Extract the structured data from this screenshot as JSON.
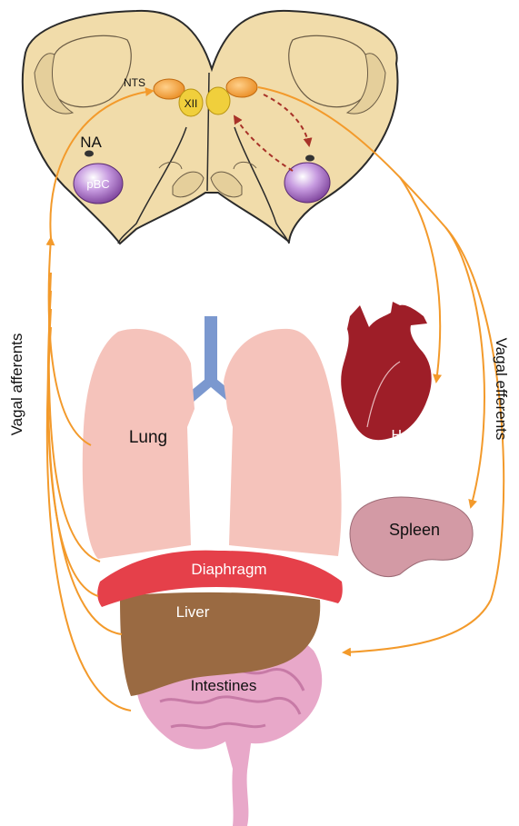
{
  "brainstem": {
    "nts_label": "NTS",
    "xii_label": "XII",
    "na_label": "NA",
    "pbc_label": "pBC"
  },
  "organs": {
    "lung": "Lung",
    "heart": "Heart",
    "spleen": "Spleen",
    "diaphragm": "Diaphragm",
    "liver": "Liver",
    "intestines": "Intestines"
  },
  "pathways": {
    "afferent_label": "Vagal afferents",
    "efferent_label": "Vagal efferents"
  },
  "colors": {
    "nerve": "#f39a2b",
    "brainstem_fill": "#f1dcaa",
    "brainstem_outline": "#2b2b2b",
    "nts": "#f39a2b",
    "xii": "#f0cf3c",
    "pbc": "#b57cc9",
    "lung": "#f5c3bb",
    "trachea": "#7b98cf",
    "heart": "#9e1e28",
    "spleen": "#d39aa5",
    "diaphragm": "#e5404a",
    "liver": "#9a6a42",
    "intestines": "#e8a8c9",
    "dashed_arrow": "#a83228"
  }
}
